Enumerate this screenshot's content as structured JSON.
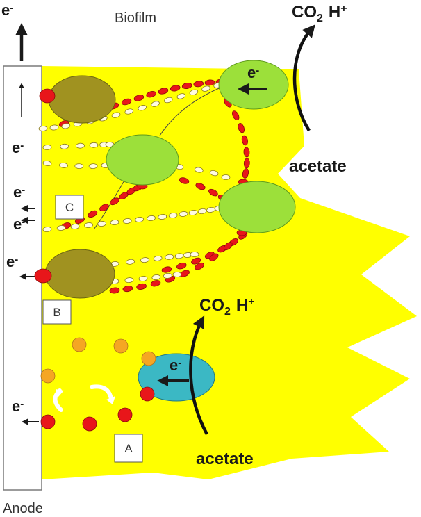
{
  "title": "Biofilm",
  "anode_label": "Anode",
  "electron": "e",
  "electron_sup": "-",
  "co2": "CO",
  "co2_sub": "2",
  "proton": "H",
  "proton_sup": "+",
  "acetate": "acetate",
  "labels": {
    "a": "A",
    "b": "B",
    "c": "C"
  },
  "colors": {
    "biofilm": "#ffff00",
    "anode_fill": "#ffffff",
    "cytochrome": "#e8161a",
    "mediator": "#f5a623",
    "cell_olive": "#a09220",
    "cell_green": "#9ce03a",
    "cell_cyan": "#3bb8c4",
    "pilus": "#fffbe0"
  }
}
